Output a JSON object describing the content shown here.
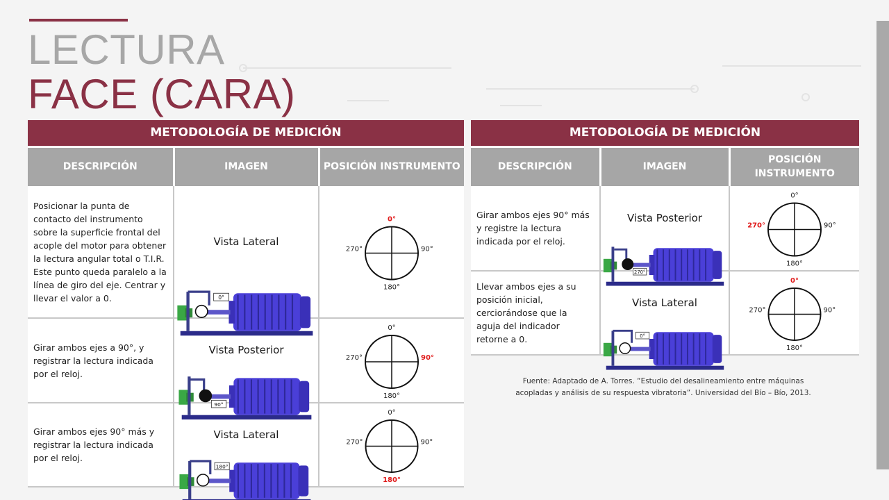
{
  "title": {
    "line1": "LECTURA",
    "line2": "FACE (CARA)"
  },
  "colors": {
    "accent": "#8a3145",
    "header_gray": "#a6a6a6",
    "motor_blue": "#4a3fd8",
    "highlight_red": "#e01b1b"
  },
  "left_table": {
    "banner": "METODOLOGÍA DE MEDICIÓN",
    "headers": [
      "DESCRIPCIÓN",
      "IMAGEN",
      "POSICIÓN INSTRUMENTO"
    ],
    "rows": [
      {
        "description": "Posicionar la punta de contacto del instrumento sobre la superficie frontal del acople del motor para obtener la lectura angular total o T.I.R. Este punto queda paralelo a la línea de giro del eje. Centrar y llevar el valor a 0.",
        "view": "Vista Lateral",
        "gauge_tag": "0°",
        "dial": {
          "top": "0°",
          "right": "90°",
          "bottom": "180°",
          "left": "270°",
          "highlight": "top"
        }
      },
      {
        "description": "Girar ambos ejes a 90°, y registrar la lectura indicada por el reloj.",
        "view": "Vista Posterior",
        "gauge_tag": "90°",
        "dial": {
          "top": "0°",
          "right": "90°",
          "bottom": "180°",
          "left": "270°",
          "highlight": "right"
        }
      },
      {
        "description": "Girar ambos ejes 90° más y registrar la lectura indicada por el reloj.",
        "view": "Vista Lateral",
        "gauge_tag": "180°",
        "dial": {
          "top": "0°",
          "right": "90°",
          "bottom": "180°",
          "left": "270°",
          "highlight": "bottom"
        }
      }
    ]
  },
  "right_table": {
    "banner": "METODOLOGÍA DE MEDICIÓN",
    "headers": [
      "DESCRIPCIÓN",
      "IMAGEN",
      "POSICIÓN INSTRUMENTO"
    ],
    "rows": [
      {
        "description": "Girar ambos ejes 90° más y registre la lectura indicada por el reloj.",
        "view": "Vista Posterior",
        "gauge_tag": "270°",
        "dial": {
          "top": "0°",
          "right": "90°",
          "bottom": "180°",
          "left": "270°",
          "highlight": "left"
        }
      },
      {
        "description": "Llevar ambos ejes a su posición inicial, cerciorándose que la aguja del indicador retorne a 0.",
        "view": "Vista Lateral",
        "gauge_tag": "0°",
        "dial": {
          "top": "0°",
          "right": "90°",
          "bottom": "180°",
          "left": "270°",
          "highlight": "top"
        }
      }
    ]
  },
  "source": "Fuente: Adaptado de A. Torres. “Estudio del desalineamiento entre máquinas acopladas y análisis de su respuesta vibratoria”. Universidad del Bío – Bío, 2013."
}
